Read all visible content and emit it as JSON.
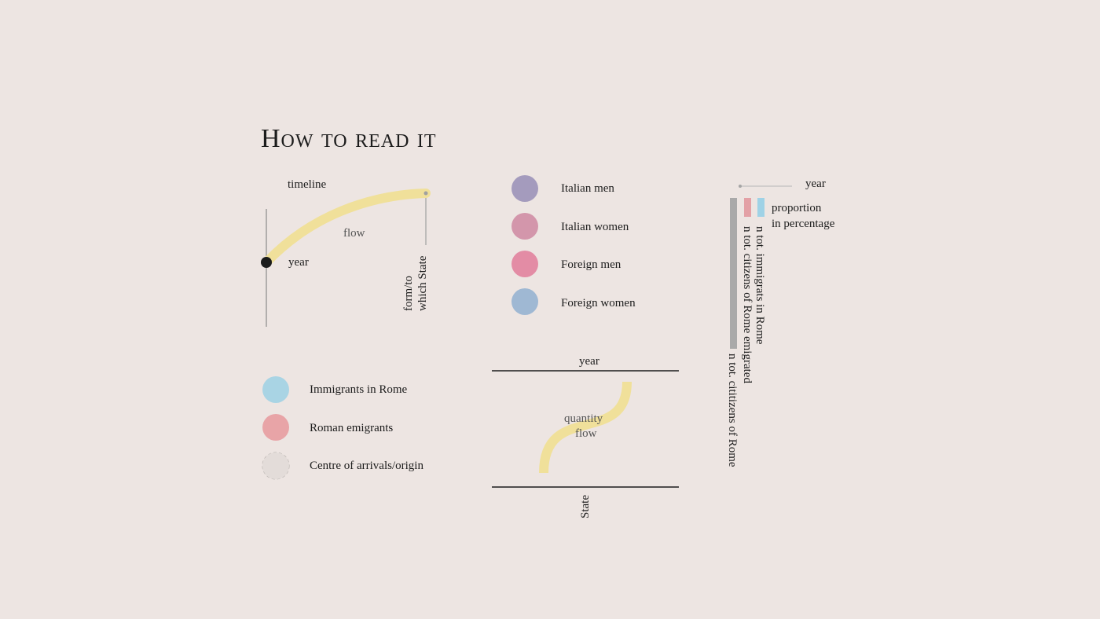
{
  "title": "How to read it",
  "flow_diagram": {
    "timeline_label": "timeline",
    "flow_label": "flow",
    "year_label": "year",
    "state_label": "form/to\nwhich State",
    "flow_color": "#f0e09a",
    "point_color": "#1c1c1c"
  },
  "people_legend": [
    {
      "label": "Italian men",
      "color": "#a49bbd"
    },
    {
      "label": "Italian women",
      "color": "#d396ab"
    },
    {
      "label": "Foreign men",
      "color": "#e38ca5"
    },
    {
      "label": "Foreign women",
      "color": "#9fb8d3"
    }
  ],
  "circle_legend": [
    {
      "label": "Immigrants in Rome",
      "color": "#a9d4e4"
    },
    {
      "label": "Roman emigrants",
      "color": "#e8a4a7"
    },
    {
      "label": "Centre of arrivals/origin",
      "color": "#e3dcd9"
    }
  ],
  "quantity_diagram": {
    "year_label": "year",
    "quantity_label": "quantity",
    "flow_label": "flow",
    "state_label": "State"
  },
  "bar_legend": {
    "year_label": "year",
    "proportion_label": "proportion",
    "percentage_label": "in percentage",
    "immigrants_label": "n tot. immigrats in Rome",
    "emigrated_label": "n tot. citizens of Rome emigrated",
    "citizens_label": "n tot. cititizens of Rome",
    "total_bar_color": "#a9a9a9",
    "emigrant_bar_color": "#e3a1a6",
    "immigrant_bar_color": "#9fd2e6"
  }
}
